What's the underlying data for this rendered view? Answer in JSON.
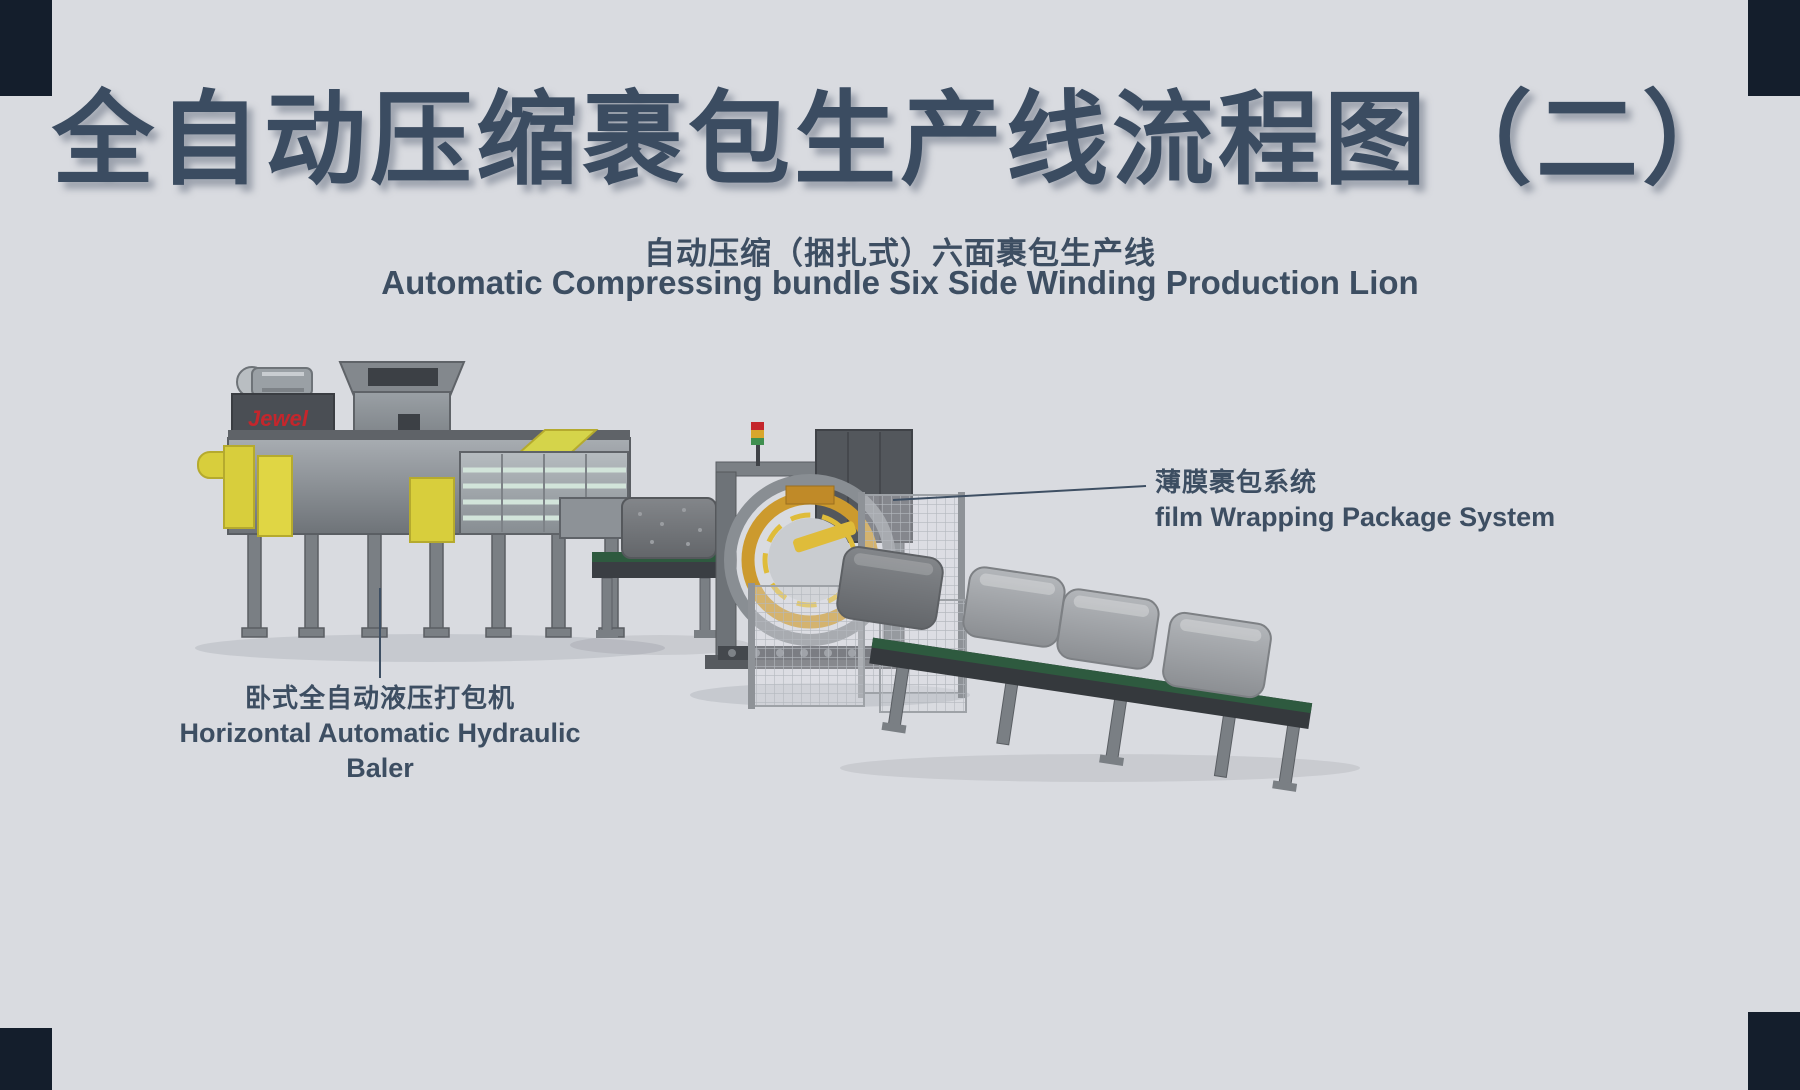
{
  "page": {
    "bg_color": "#d9dbe0",
    "corner_color": "#141e2c",
    "title": "全自动压缩裹包生产线流程图（二）",
    "title_color": "#3b4c61",
    "subtitle_zh": "自动压缩（捆扎式）六面裹包生产线",
    "subtitle_en": "Automatic Compressing bundle Six Side Winding Production Lion"
  },
  "annotations": {
    "wrapper": {
      "zh": "薄膜裹包系统",
      "en": "film Wrapping Package System"
    },
    "baler": {
      "zh": "卧式全自动液压打包机",
      "en": "Horizontal Automatic Hydraulic Baler"
    }
  },
  "illustration": {
    "brand": "Jewel",
    "colors": {
      "machine_gray": "#8d9298",
      "machine_dark": "#5a5e63",
      "accent_yellow": "#d8ce3c",
      "belt_green": "#2e5a3f",
      "ring_orange": "#cc9a2e",
      "bale_gray": "#a3a6aa",
      "brand_red": "#c4262c"
    }
  }
}
